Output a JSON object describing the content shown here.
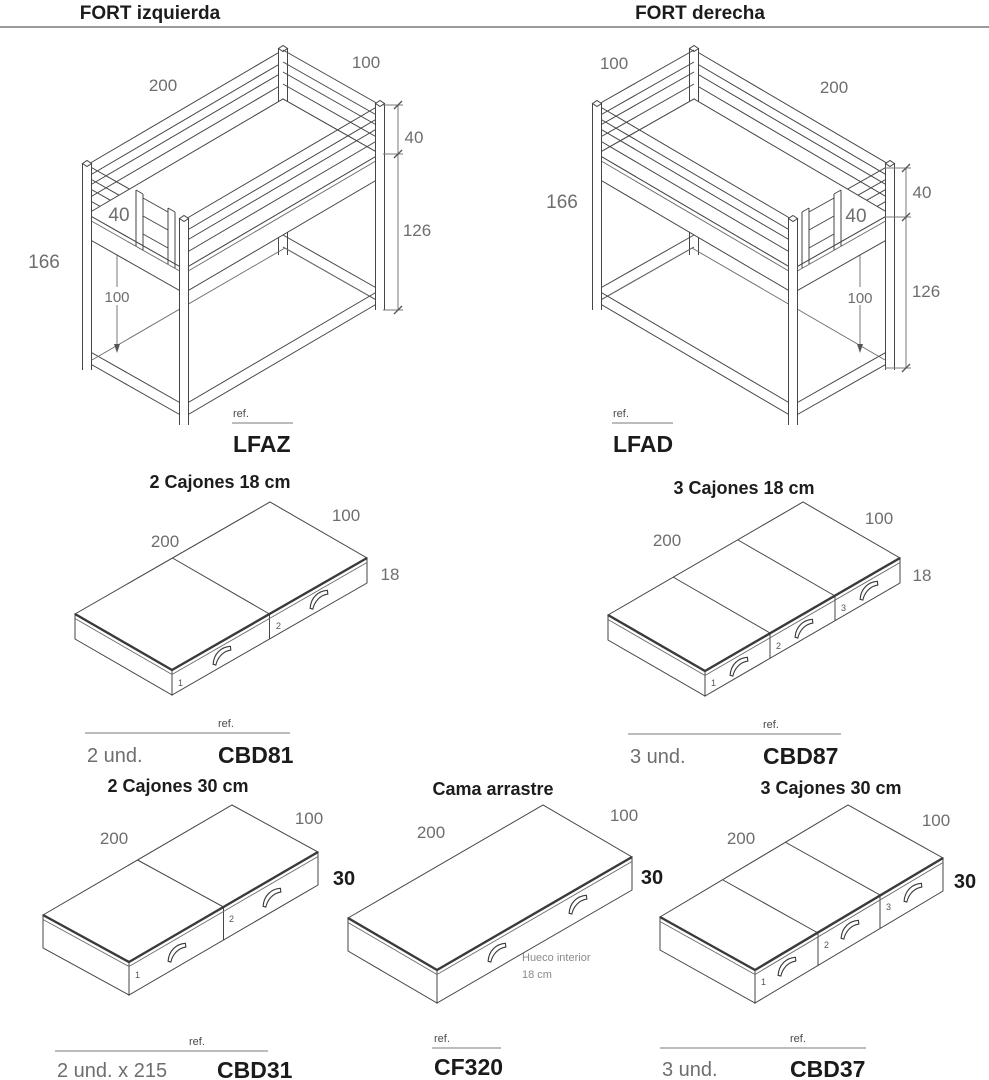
{
  "header": {
    "left_title": "FORT izquierda",
    "right_title": "FORT derecha"
  },
  "beds": {
    "left": {
      "dims": {
        "length": "200",
        "width": "100",
        "rail": "40",
        "base": "126",
        "total": "166",
        "gate": "40",
        "clearance": "100"
      },
      "ref_label": "ref.",
      "ref": "LFAZ"
    },
    "right": {
      "dims": {
        "length": "200",
        "width": "100",
        "rail": "40",
        "base": "126",
        "total": "166",
        "gate": "40",
        "clearance": "100"
      },
      "ref_label": "ref.",
      "ref": "LFAD"
    }
  },
  "units": {
    "c18x2": {
      "title": "2 Cajones 18 cm",
      "dims": {
        "length": "200",
        "width": "100",
        "height": "18"
      },
      "drawers": [
        "1",
        "2"
      ],
      "count": "2 und.",
      "ref_label": "ref.",
      "ref": "CBD81"
    },
    "c18x3": {
      "title": "3 Cajones 18 cm",
      "dims": {
        "length": "200",
        "width": "100",
        "height": "18"
      },
      "drawers": [
        "1",
        "2",
        "3"
      ],
      "count": "3 und.",
      "ref_label": "ref.",
      "ref": "CBD87"
    },
    "c30x2": {
      "title": "2 Cajones 30 cm",
      "dims": {
        "length": "200",
        "width": "100",
        "height": "30"
      },
      "drawers": [
        "1",
        "2"
      ],
      "count": "2 und. x 215",
      "ref_label": "ref.",
      "ref": "CBD31"
    },
    "cama": {
      "title": "Cama arrastre",
      "dims": {
        "length": "200",
        "width": "100",
        "height": "30"
      },
      "note1": "Hueco interior",
      "note2": "18 cm",
      "ref_label": "ref.",
      "ref": "CF320"
    },
    "c30x3": {
      "title": "3 Cajones 30 cm",
      "dims": {
        "length": "200",
        "width": "100",
        "height": "30"
      },
      "drawers": [
        "1",
        "2",
        "3"
      ],
      "count": "3 und.",
      "ref_label": "ref.",
      "ref": "CBD37"
    }
  },
  "colors": {
    "line": "#454545",
    "dim_text": "#6e6e6e",
    "title_text": "#1c1c1c",
    "rule": "#9a9a9a"
  }
}
